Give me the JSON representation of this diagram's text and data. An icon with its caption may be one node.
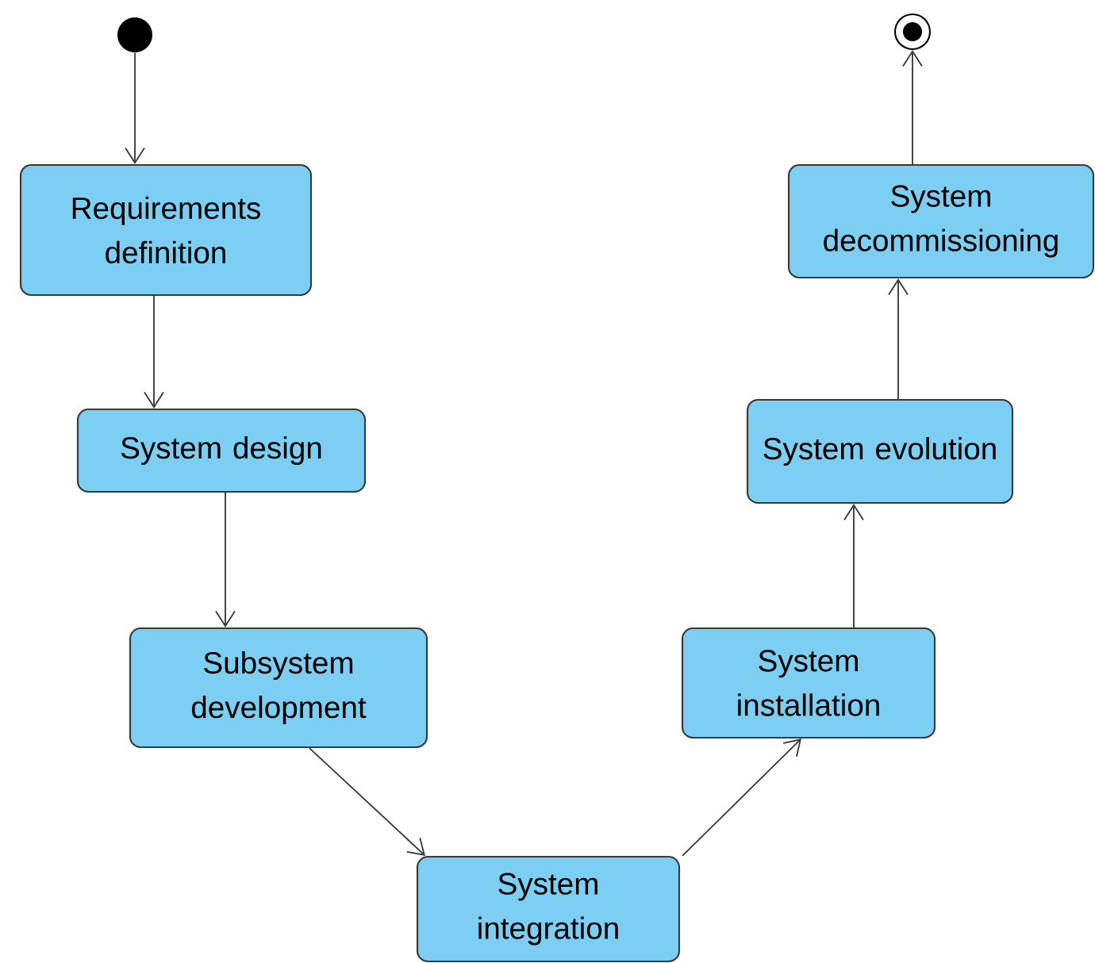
{
  "diagram": {
    "nodes": [
      {
        "text": [],
        "shape": "circle"
      },
      {
        "text": [
          "Requirements definition"
        ]
      },
      {
        "text": [
          "System design"
        ]
      },
      {
        "text": [
          "Subsystem development"
        ]
      },
      {
        "text": [
          "System integration"
        ]
      },
      {
        "text": [
          "System installation"
        ]
      },
      {
        "text": [
          "System evolution"
        ]
      },
      {
        "text": [
          "System decommissioning"
        ]
      },
      {
        "text": [],
        "shape": "bullseye"
      }
    ],
    "edges": [
      {
        "from": 0,
        "to": 1,
        "arrow": "to"
      },
      {
        "from": 1,
        "to": 2,
        "arrow": "to"
      },
      {
        "from": 2,
        "to": 3,
        "arrow": "to"
      },
      {
        "from": 3,
        "to": 4,
        "arrow": "to"
      },
      {
        "from": 4,
        "to": 5,
        "arrow": "to"
      },
      {
        "from": 5,
        "to": 6,
        "arrow": "to"
      },
      {
        "from": 6,
        "to": 7,
        "arrow": "to"
      },
      {
        "from": 7,
        "to": 8,
        "arrow": "to"
      }
    ]
  }
}
